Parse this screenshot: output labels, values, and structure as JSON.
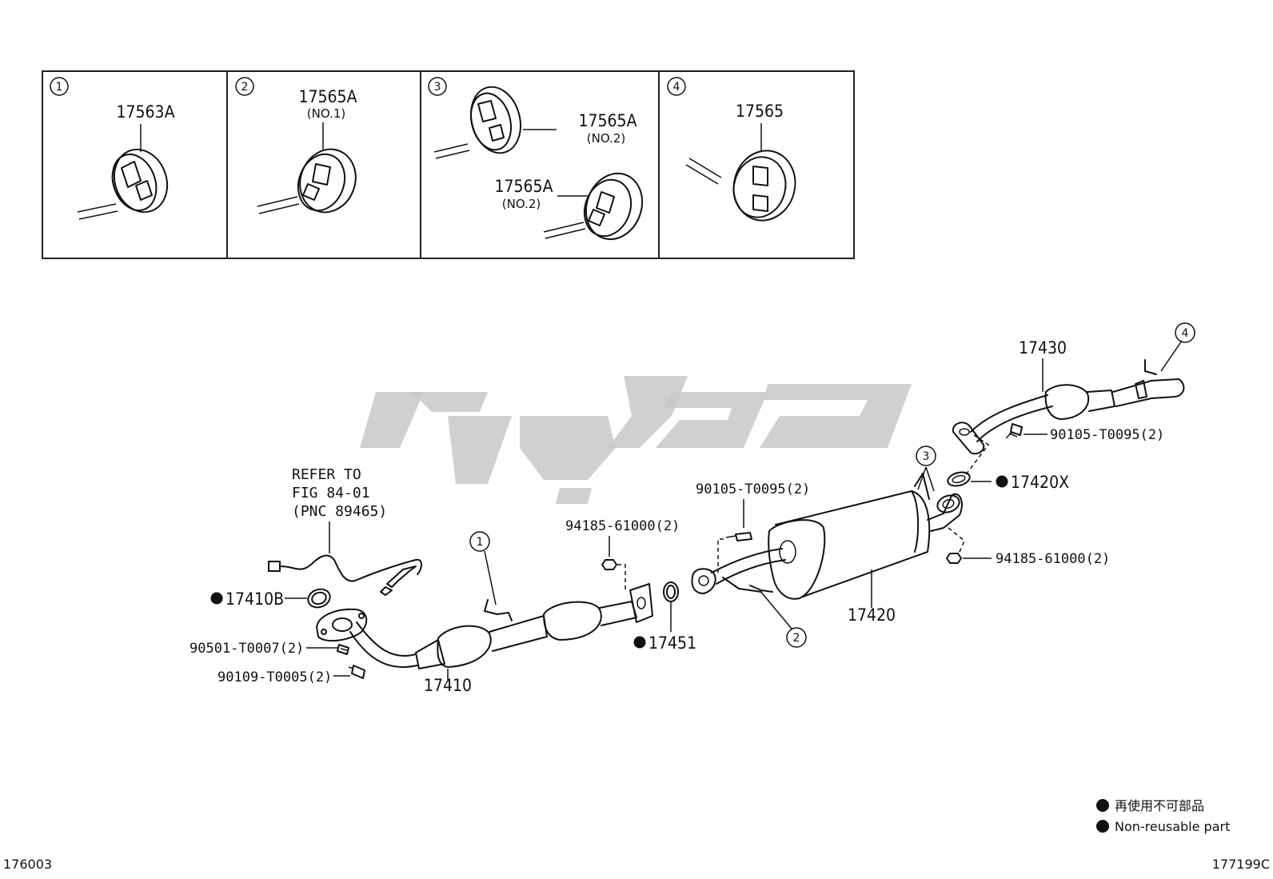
{
  "insets": [
    {
      "num": "1",
      "part": "17563A",
      "sub": ""
    },
    {
      "num": "2",
      "part": "17565A",
      "sub": "(NO.1)"
    },
    {
      "num": "3",
      "part": "17565A",
      "sub": "(NO.2)",
      "part2": "17565A",
      "sub2": "(NO.2)"
    },
    {
      "num": "4",
      "part": "17565",
      "sub": ""
    }
  ],
  "callouts": {
    "c1": "1",
    "c2": "2",
    "c3": "3",
    "c4": "4"
  },
  "labels": {
    "refer_line1": "REFER TO",
    "refer_line2": "FIG 84-01",
    "refer_line3": "(PNC 89465)",
    "p17410B": "17410B",
    "p90501": "90501-T0007(2)",
    "p90109": "90109-T0005(2)",
    "p17410": "17410",
    "p94185a": "94185-61000(2)",
    "p17451": "17451",
    "p90105a": "90105-T0095(2)",
    "p17420": "17420",
    "p94185b": "94185-61000(2)",
    "p17420X": "17420X",
    "p90105b": "90105-T0095(2)",
    "p17430": "17430"
  },
  "legend": {
    "jp": "再使用不可部品",
    "en": "Non-reusable part"
  },
  "corners": {
    "left": "176003",
    "right": "177199C"
  }
}
